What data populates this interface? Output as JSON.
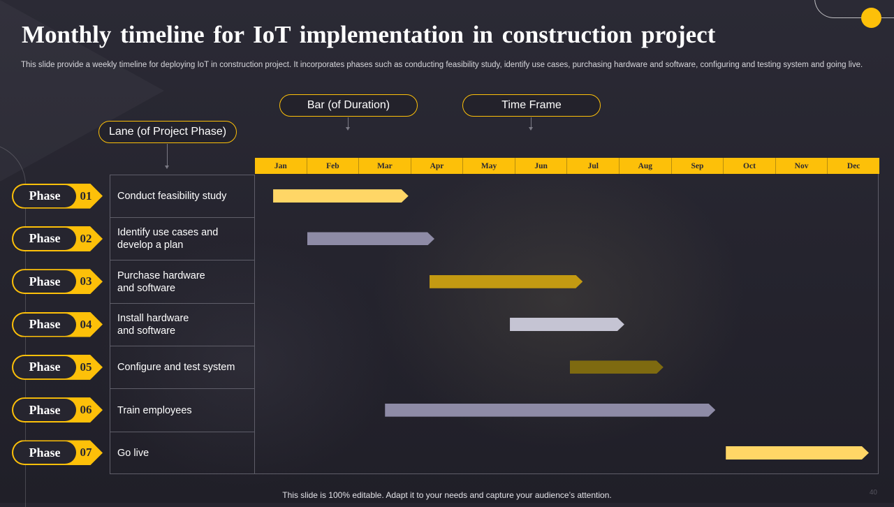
{
  "slide": {
    "title": "Monthly timeline for IoT implementation in construction project",
    "subtitle": "This slide provide a weekly timeline for deploying IoT in construction project. It incorporates phases such as conducting feasibility study, identify use cases, purchasing hardware and software, configuring and testing system and going live.",
    "footer": "This slide is 100% editable. Adapt it to your needs and capture your audience’s attention.",
    "page_number": "40"
  },
  "legend": {
    "bar_label": "Bar (of Duration)",
    "timeframe_label": "Time Frame",
    "lane_label": "Lane (of Project Phase)"
  },
  "months": [
    "Jan",
    "Feb",
    "Mar",
    "Apr",
    "May",
    "Jun",
    "Jul",
    "Aug",
    "Sep",
    "Oct",
    "Nov",
    "Dec"
  ],
  "phases": [
    {
      "badge": "Phase",
      "number": "01",
      "name": "Conduct feasibility study",
      "start_month": 1.35,
      "end_month": 3.95,
      "color": "#ffd666"
    },
    {
      "badge": "Phase",
      "number": "02",
      "name": "Identify use cases and\ndevelop a plan",
      "start_month": 2.0,
      "end_month": 4.45,
      "color": "#8e8ba6"
    },
    {
      "badge": "Phase",
      "number": "03",
      "name": "Purchase hardware\nand software",
      "start_month": 4.35,
      "end_month": 7.3,
      "color": "#c39a12"
    },
    {
      "badge": "Phase",
      "number": "04",
      "name": "Install hardware\nand software",
      "start_month": 5.9,
      "end_month": 8.1,
      "color": "#c5c4d3"
    },
    {
      "badge": "Phase",
      "number": "05",
      "name": "Configure and test system",
      "start_month": 7.05,
      "end_month": 8.85,
      "color": "#7e6a10"
    },
    {
      "badge": "Phase",
      "number": "06",
      "name": "Train employees",
      "start_month": 3.5,
      "end_month": 9.85,
      "color": "#8e8ba6"
    },
    {
      "badge": "Phase",
      "number": "07",
      "name": "Go live",
      "start_month": 10.05,
      "end_month": 13.0,
      "color": "#ffd666"
    }
  ],
  "colors": {
    "accent": "#fdc009",
    "background": "#26252f"
  }
}
